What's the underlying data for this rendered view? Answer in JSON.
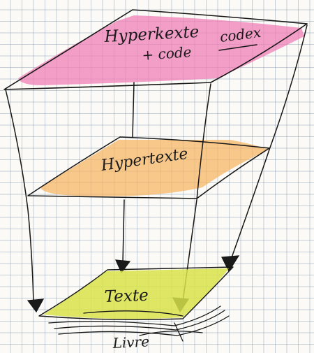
{
  "layers": {
    "top": {
      "line1": "Hyperkexte",
      "codex": "codex",
      "line2": "+ code",
      "color": "#f07ab4"
    },
    "middle": {
      "label": "Hypertexte",
      "color": "#f7b25e"
    },
    "bottom": {
      "label": "Texte",
      "color": "#d8e24a"
    }
  },
  "book": {
    "label": "Livre"
  }
}
